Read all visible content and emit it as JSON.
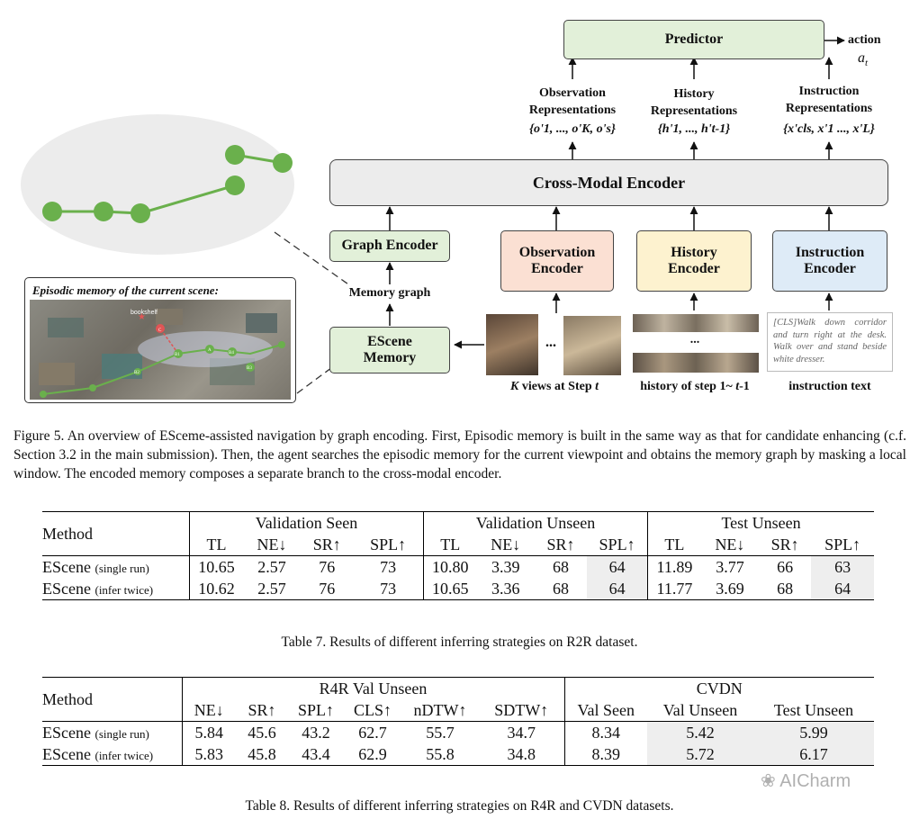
{
  "figure": {
    "predictor": "Predictor",
    "action_label": "action",
    "action_symbol": "a_t",
    "cross_modal": "Cross-Modal Encoder",
    "graph_encoder": "Graph Encoder",
    "memory_graph": "Memory graph",
    "escene_memory": "EScene Memory",
    "obs_encoder": "Observation Encoder",
    "hist_encoder": "History Encoder",
    "instr_encoder": "Instruction Encoder",
    "obs_repr": "Observation Representations",
    "obs_set": "{o'1, ..., o'K, o's}",
    "hist_repr": "History Representations",
    "hist_set": "{h'1, ..., h't-1}",
    "instr_repr": "Instruction Representations",
    "instr_set": "{x'cls, x'1 ..., x'L}",
    "episodic_title": "Episodic memory of the current scene:",
    "bookshelf": "bookshelf",
    "nodes": [
      "C",
      "B1",
      "A",
      "B4",
      "B2",
      "B3"
    ],
    "k_views": "K views at Step t",
    "history_steps": "history of step 1~ t-1",
    "instruction_text_label": "instruction text",
    "instruction_sample": "[CLS]Walk down corridor and turn right at the desk. Walk over and stand beside white dresser.",
    "ellipsis": "..."
  },
  "caption5": "Figure 5. An overview of ESceme-assisted navigation by graph encoding. First, Episodic memory is built in the same way as that for candidate enhancing (c.f. Section 3.2 in the main submission). Then, the agent searches the episodic memory for the current viewpoint and obtains the memory graph by masking a local window. The encoded memory composes a separate branch to the cross-modal encoder.",
  "table7": {
    "method_header": "Method",
    "groups": [
      "Validation Seen",
      "Validation Unseen",
      "Test Unseen"
    ],
    "metrics": [
      "TL",
      "NE↓",
      "SR↑",
      "SPL↑"
    ],
    "rows": [
      {
        "name": "EScene",
        "note": "(single run)",
        "values": [
          "10.65",
          "2.57",
          "76",
          "73",
          "10.80",
          "3.39",
          "68",
          "64",
          "11.89",
          "3.77",
          "66",
          "63"
        ]
      },
      {
        "name": "EScene",
        "note": "(infer twice)",
        "values": [
          "10.62",
          "2.57",
          "76",
          "73",
          "10.65",
          "3.36",
          "68",
          "64",
          "11.77",
          "3.69",
          "68",
          "64"
        ]
      }
    ],
    "caption": "Table 7. Results of different inferring strategies on R2R dataset."
  },
  "table8": {
    "method_header": "Method",
    "group1": "R4R Val Unseen",
    "group2": "CVDN",
    "metrics1": [
      "NE↓",
      "SR↑",
      "SPL↑",
      "CLS↑",
      "nDTW↑",
      "SDTW↑"
    ],
    "metrics2": [
      "Val Seen",
      "Val Unseen",
      "Test Unseen"
    ],
    "rows": [
      {
        "name": "EScene",
        "note": "(single run)",
        "values": [
          "5.84",
          "45.6",
          "43.2",
          "62.7",
          "55.7",
          "34.7",
          "8.34",
          "5.42",
          "5.99"
        ]
      },
      {
        "name": "EScene",
        "note": "(infer twice)",
        "values": [
          "5.83",
          "45.8",
          "43.4",
          "62.9",
          "55.8",
          "34.8",
          "8.39",
          "5.72",
          "6.17"
        ]
      }
    ],
    "caption": "Table 8. Results of different inferring strategies on R4R and CVDN datasets."
  },
  "watermark": "AICharm",
  "colors": {
    "green_box": "#e2f0d9",
    "orange_box": "#fbe0d3",
    "yellow_box": "#fdf2cf",
    "blue_box": "#deebf7",
    "gray_box": "#ececec",
    "node_green": "#6ab04c",
    "node_red": "#e05555"
  }
}
